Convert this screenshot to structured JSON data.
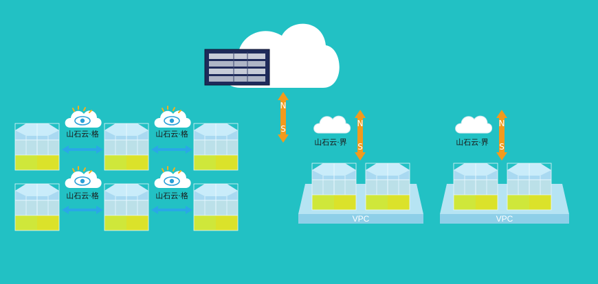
{
  "labels": {
    "grid_service": "山石云·格",
    "realm_service": "山石云·界",
    "vpc": "VPC",
    "north": "N",
    "south": "S"
  },
  "colors": {
    "background": "#22c1c4",
    "cube_top": "#a9d9f1",
    "cube_base": "#dbe22a",
    "arrow_blue": "#2aa7e6",
    "arrow_orange": "#f39a1c",
    "vpc_platform": "#bfe6f5",
    "cloud": "#ffffff"
  }
}
